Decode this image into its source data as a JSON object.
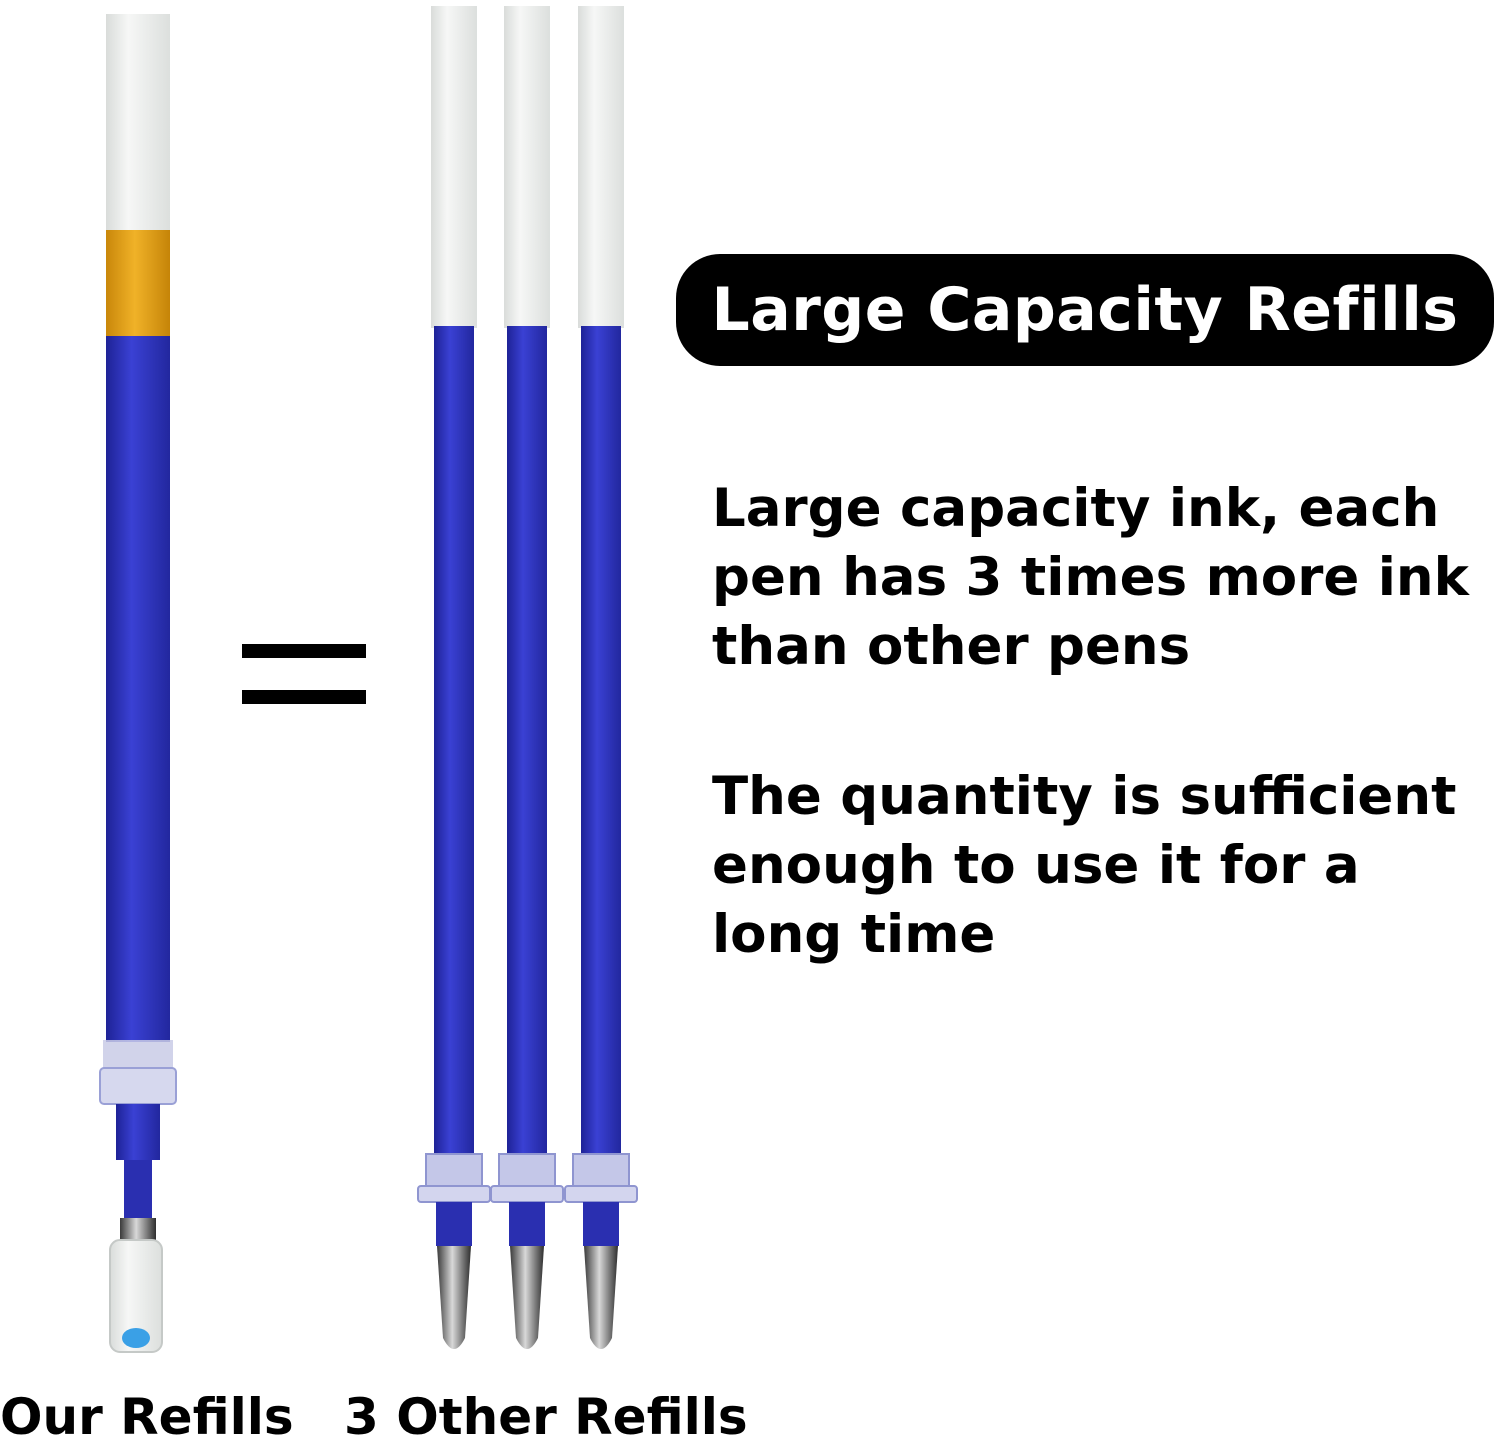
{
  "headline": "Large Capacity Refills",
  "paragraphs": [
    "Large capacity ink, each pen has 3 times more ink than other pens",
    "The quantity is sufficient enough to use it for a long time"
  ],
  "captions": {
    "our_refills": "Our Refills",
    "other_refills": "3 Other Refills"
  },
  "colors": {
    "ink_blue": "#2b2fb8",
    "ink_light": "#3d44d6",
    "ink_amber": "#e8a512",
    "cap_clear": "#eef0ee",
    "badge_bg": "#000000",
    "badge_text": "#ffffff"
  }
}
